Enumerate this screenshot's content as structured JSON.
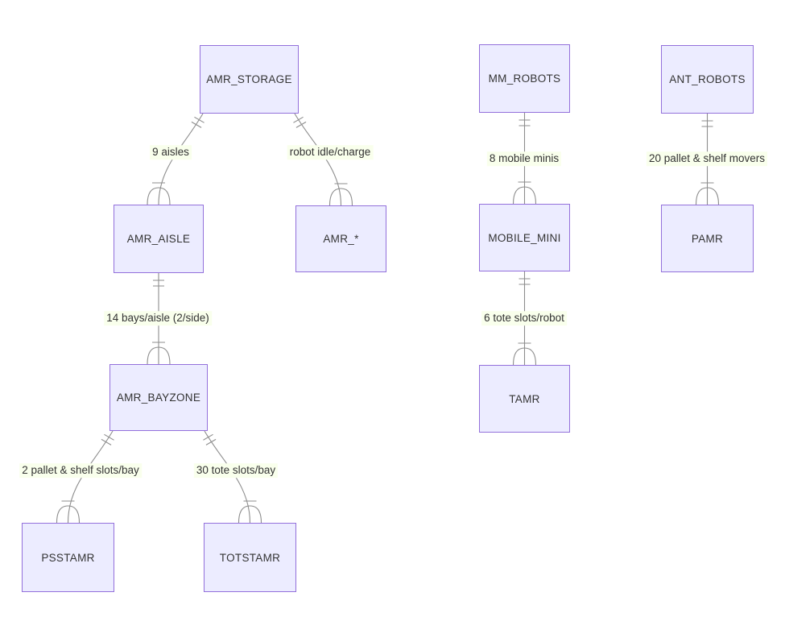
{
  "diagram": {
    "type": "er-diagram",
    "colors": {
      "entity_fill": "#ECECFF",
      "entity_border": "#9370DB",
      "edge_line": "#8d8d8d",
      "edge_label_background": "#f9ffec",
      "text": "#333333"
    },
    "entities": [
      {
        "name": "AMR_STORAGE"
      },
      {
        "name": "AMR_AISLE"
      },
      {
        "name": "AMR_*"
      },
      {
        "name": "AMR_BAYZONE"
      },
      {
        "name": "PSSTAMR"
      },
      {
        "name": "TOTSTAMR"
      },
      {
        "name": "MM_ROBOTS"
      },
      {
        "name": "MOBILE_MINI"
      },
      {
        "name": "TAMR"
      },
      {
        "name": "ANT_ROBOTS"
      },
      {
        "name": "PAMR"
      }
    ],
    "relationships": [
      {
        "from": "AMR_STORAGE",
        "to": "AMR_AISLE",
        "label": "9 aisles",
        "from_cardinality": "exactly-one",
        "to_cardinality": "one-or-many"
      },
      {
        "from": "AMR_STORAGE",
        "to": "AMR_*",
        "label": "robot idle/charge",
        "from_cardinality": "exactly-one",
        "to_cardinality": "one-or-many"
      },
      {
        "from": "AMR_AISLE",
        "to": "AMR_BAYZONE",
        "label": "14 bays/aisle (2/side)",
        "from_cardinality": "exactly-one",
        "to_cardinality": "one-or-many"
      },
      {
        "from": "AMR_BAYZONE",
        "to": "PSSTAMR",
        "label": "2 pallet & shelf slots/bay",
        "from_cardinality": "exactly-one",
        "to_cardinality": "one-or-many"
      },
      {
        "from": "AMR_BAYZONE",
        "to": "TOTSTAMR",
        "label": "30 tote slots/bay",
        "from_cardinality": "exactly-one",
        "to_cardinality": "one-or-many"
      },
      {
        "from": "MM_ROBOTS",
        "to": "MOBILE_MINI",
        "label": "8 mobile minis",
        "from_cardinality": "exactly-one",
        "to_cardinality": "one-or-many"
      },
      {
        "from": "MOBILE_MINI",
        "to": "TAMR",
        "label": "6 tote slots/robot",
        "from_cardinality": "exactly-one",
        "to_cardinality": "one-or-many"
      },
      {
        "from": "ANT_ROBOTS",
        "to": "PAMR",
        "label": "20 pallet & shelf movers",
        "from_cardinality": "exactly-one",
        "to_cardinality": "one-or-many"
      }
    ]
  }
}
